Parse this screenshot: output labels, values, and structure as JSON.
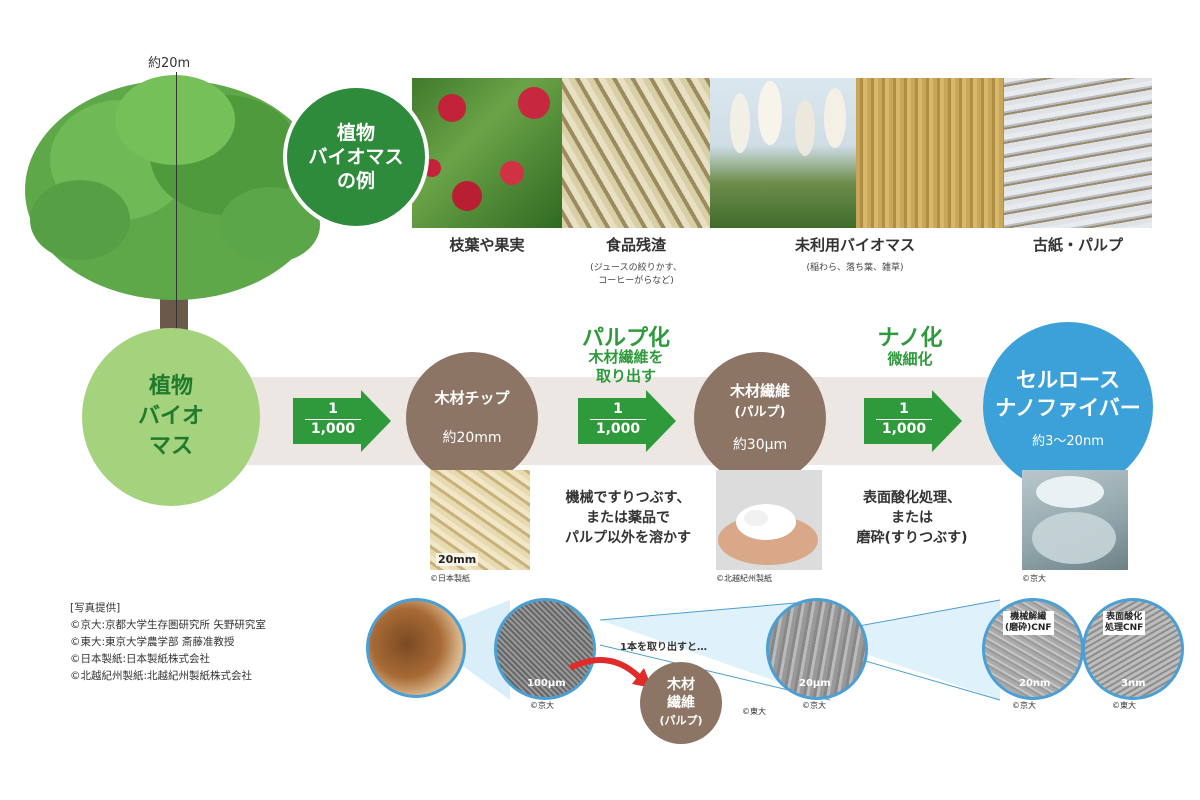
{
  "tree": {
    "height_label": "約20m"
  },
  "biomass_badge": {
    "line1": "植物",
    "line2": "バイオマス",
    "line3": "の例"
  },
  "examples": [
    {
      "label": "枝葉や果実",
      "sub": ""
    },
    {
      "label": "食品残渣",
      "sub1": "(ジュースの絞りかす、",
      "sub2": "コーヒーがらなど)"
    },
    {
      "label": "未利用バイオマス",
      "sub1": "(稲わら、落ち葉、雑草)"
    },
    {
      "label": "古紙・パルプ",
      "sub": ""
    }
  ],
  "source": {
    "line1": "植物",
    "line2": "バイオ",
    "line3": "マス"
  },
  "arrows": [
    {
      "num": "1",
      "den": "1,000"
    },
    {
      "num": "1",
      "den": "1,000"
    },
    {
      "num": "1",
      "den": "1,000"
    }
  ],
  "step1": {
    "title": "木材チップ",
    "size": "約20mm",
    "scale": "20mm",
    "credit": "©日本製紙"
  },
  "process1": {
    "title": "パルプ化",
    "sub1": "木材繊維を",
    "sub2": "取り出す",
    "desc1": "機械ですりつぶす、",
    "desc2": "または薬品で",
    "desc3": "パルプ以外を溶かす"
  },
  "step2": {
    "title1": "木材繊維",
    "title2": "(パルプ)",
    "size": "約30μm",
    "credit": "©北越紀州製紙"
  },
  "process2": {
    "title": "ナノ化",
    "sub": "微細化",
    "desc1": "表面酸化処理、",
    "desc2": "または",
    "desc3": "磨砕(すりつぶす)"
  },
  "step3": {
    "title1": "セルロース",
    "title2": "ナノファイバー",
    "size": "約3〜20nm",
    "credit": "©京大"
  },
  "credits": {
    "header": "[写真提供]",
    "lines": [
      "©京大:京都大学生存圏研究所 矢野研究室",
      "©東大:東京大学農学部 斎藤准教授",
      "©日本製紙:日本製紙株式会社",
      "©北越紀州製紙:北越紀州製紙株式会社"
    ]
  },
  "micro": {
    "scale1": "100μm",
    "credit1": "©京大",
    "take_out": "1本を取り出すと…",
    "fiber1": "木材",
    "fiber2": "繊維",
    "fiber3": "(パルプ)",
    "credit_fiber": "©東大",
    "scale2": "20μm",
    "credit2": "©京大",
    "label_a1": "機械解繊",
    "label_a2": "(磨砕)CNF",
    "scale3": "20nm",
    "credit3": "©京大",
    "label_b1": "表面酸化",
    "label_b2": "処理CNF",
    "scale4": "3nm",
    "credit4": "©東大"
  },
  "colors": {
    "green_dark": "#2e8b3c",
    "green_light": "#a5d27c",
    "brown": "#8c7565",
    "blue": "#3da1d9",
    "band": "#ece7e3"
  }
}
